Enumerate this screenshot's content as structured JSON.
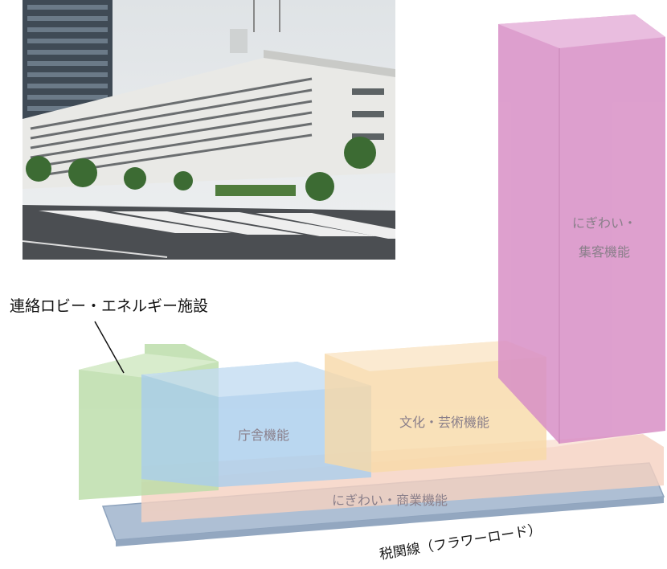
{
  "labels": {
    "callout": "連絡ロビー・エネルギー施設",
    "office": "庁舎機能",
    "culture": "文化・芸術機能",
    "commercial": "にぎわい・商業機能",
    "tower_line1": "にぎわい・",
    "tower_line2": "集客機能",
    "street": "税関線（フラワーロード）"
  },
  "colors": {
    "green": "#b9dca6",
    "blue": "#a9cdec",
    "orange": "#f8d9a8",
    "peach": "#f6d2c1",
    "magenta": "#d88fc6",
    "road": "#aebfd4"
  }
}
